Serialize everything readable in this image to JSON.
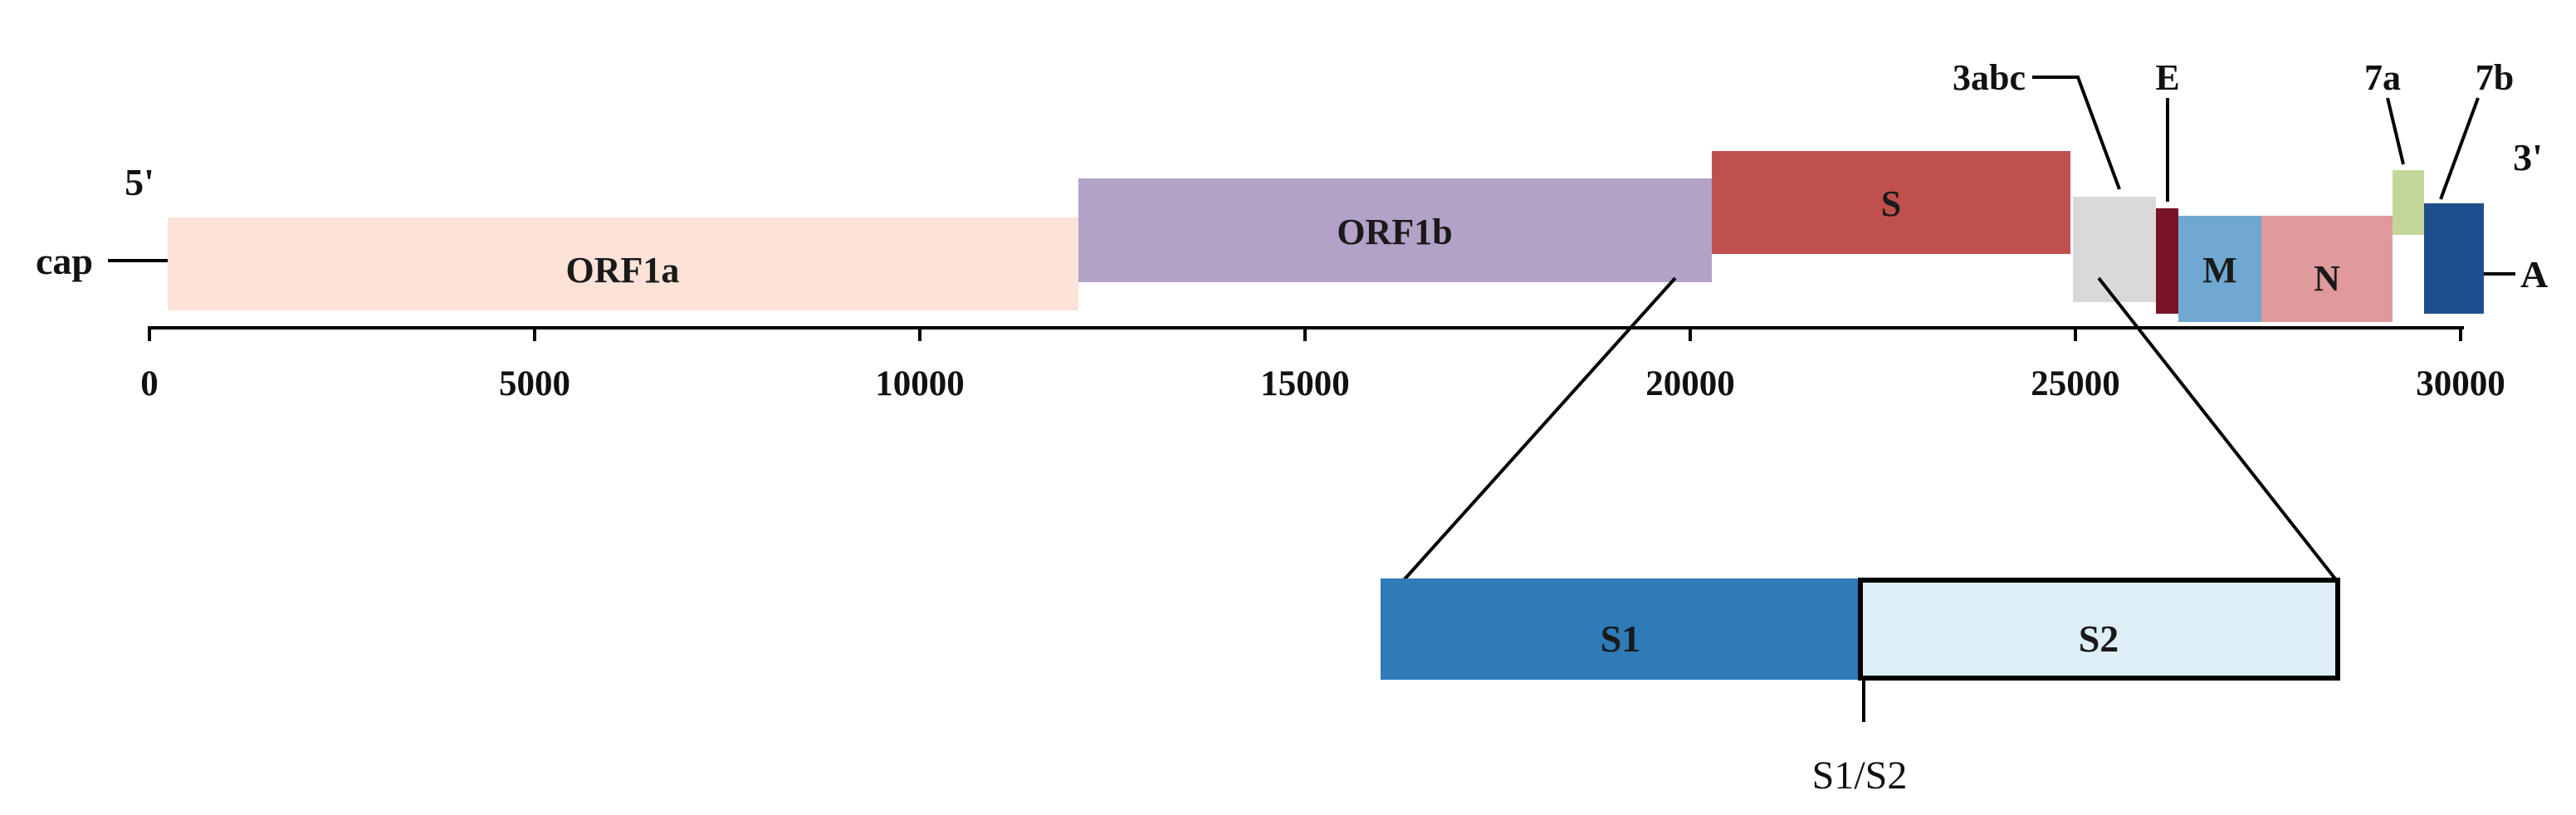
{
  "genome": {
    "ends": {
      "five_prime": "5'",
      "cap": "cap",
      "three_prime": "3'",
      "poly_a": "A"
    },
    "axis": {
      "min": 0,
      "max": 30000,
      "ticks": [
        {
          "value": 0,
          "label": "0"
        },
        {
          "value": 5000,
          "label": "5000"
        },
        {
          "value": 10000,
          "label": "10000"
        },
        {
          "value": 15000,
          "label": "15000"
        },
        {
          "value": 20000,
          "label": "20000"
        },
        {
          "value": 25000,
          "label": "25000"
        },
        {
          "value": 30000,
          "label": "30000"
        }
      ]
    },
    "genes": [
      {
        "id": "orf1a",
        "label": "ORF1a",
        "start": 230,
        "end": 12000,
        "color": "#fde2d8",
        "labeled": true
      },
      {
        "id": "orf1b",
        "label": "ORF1b",
        "start": 12000,
        "end": 20120,
        "color": "#b2a2c7",
        "labeled": true
      },
      {
        "id": "s",
        "label": "S",
        "start": 20120,
        "end": 24750,
        "color": "#c0504d",
        "labeled": true
      },
      {
        "id": "3abc",
        "label": "3abc",
        "start": 24770,
        "end": 25800,
        "color": "#d9d9d9",
        "labeled": false
      },
      {
        "id": "e",
        "label": "E",
        "start": 25800,
        "end": 26100,
        "color": "#7a1228",
        "labeled": false
      },
      {
        "id": "m",
        "label": "M",
        "start": 26100,
        "end": 27150,
        "color": "#6fa8d0",
        "labeled": true
      },
      {
        "id": "n",
        "label": "N",
        "start": 27150,
        "end": 28850,
        "color": "#e0999c",
        "labeled": true
      },
      {
        "id": "7a",
        "label": "7a",
        "start": 28850,
        "end": 29250,
        "color": "#c4d79b",
        "labeled": false
      },
      {
        "id": "7b",
        "label": "7b",
        "start": 29250,
        "end": 30000,
        "color": "#1f4e8c",
        "labeled": false
      }
    ],
    "annotations": [
      {
        "gene": "3abc",
        "label": "3abc"
      },
      {
        "gene": "e",
        "label": "E"
      },
      {
        "gene": "7a",
        "label": "7a"
      },
      {
        "gene": "7b",
        "label": "7b"
      }
    ]
  },
  "spike_detail": {
    "segments": [
      {
        "id": "s1",
        "label": "S1",
        "color": "#2e7bb8"
      },
      {
        "id": "s2",
        "label": "S2",
        "color": "#deeef6"
      }
    ],
    "cleavage_label": "S1/S2"
  },
  "colors": {
    "axis": "#000000",
    "text": "#111111",
    "gene_label": "#1a1a1a"
  }
}
